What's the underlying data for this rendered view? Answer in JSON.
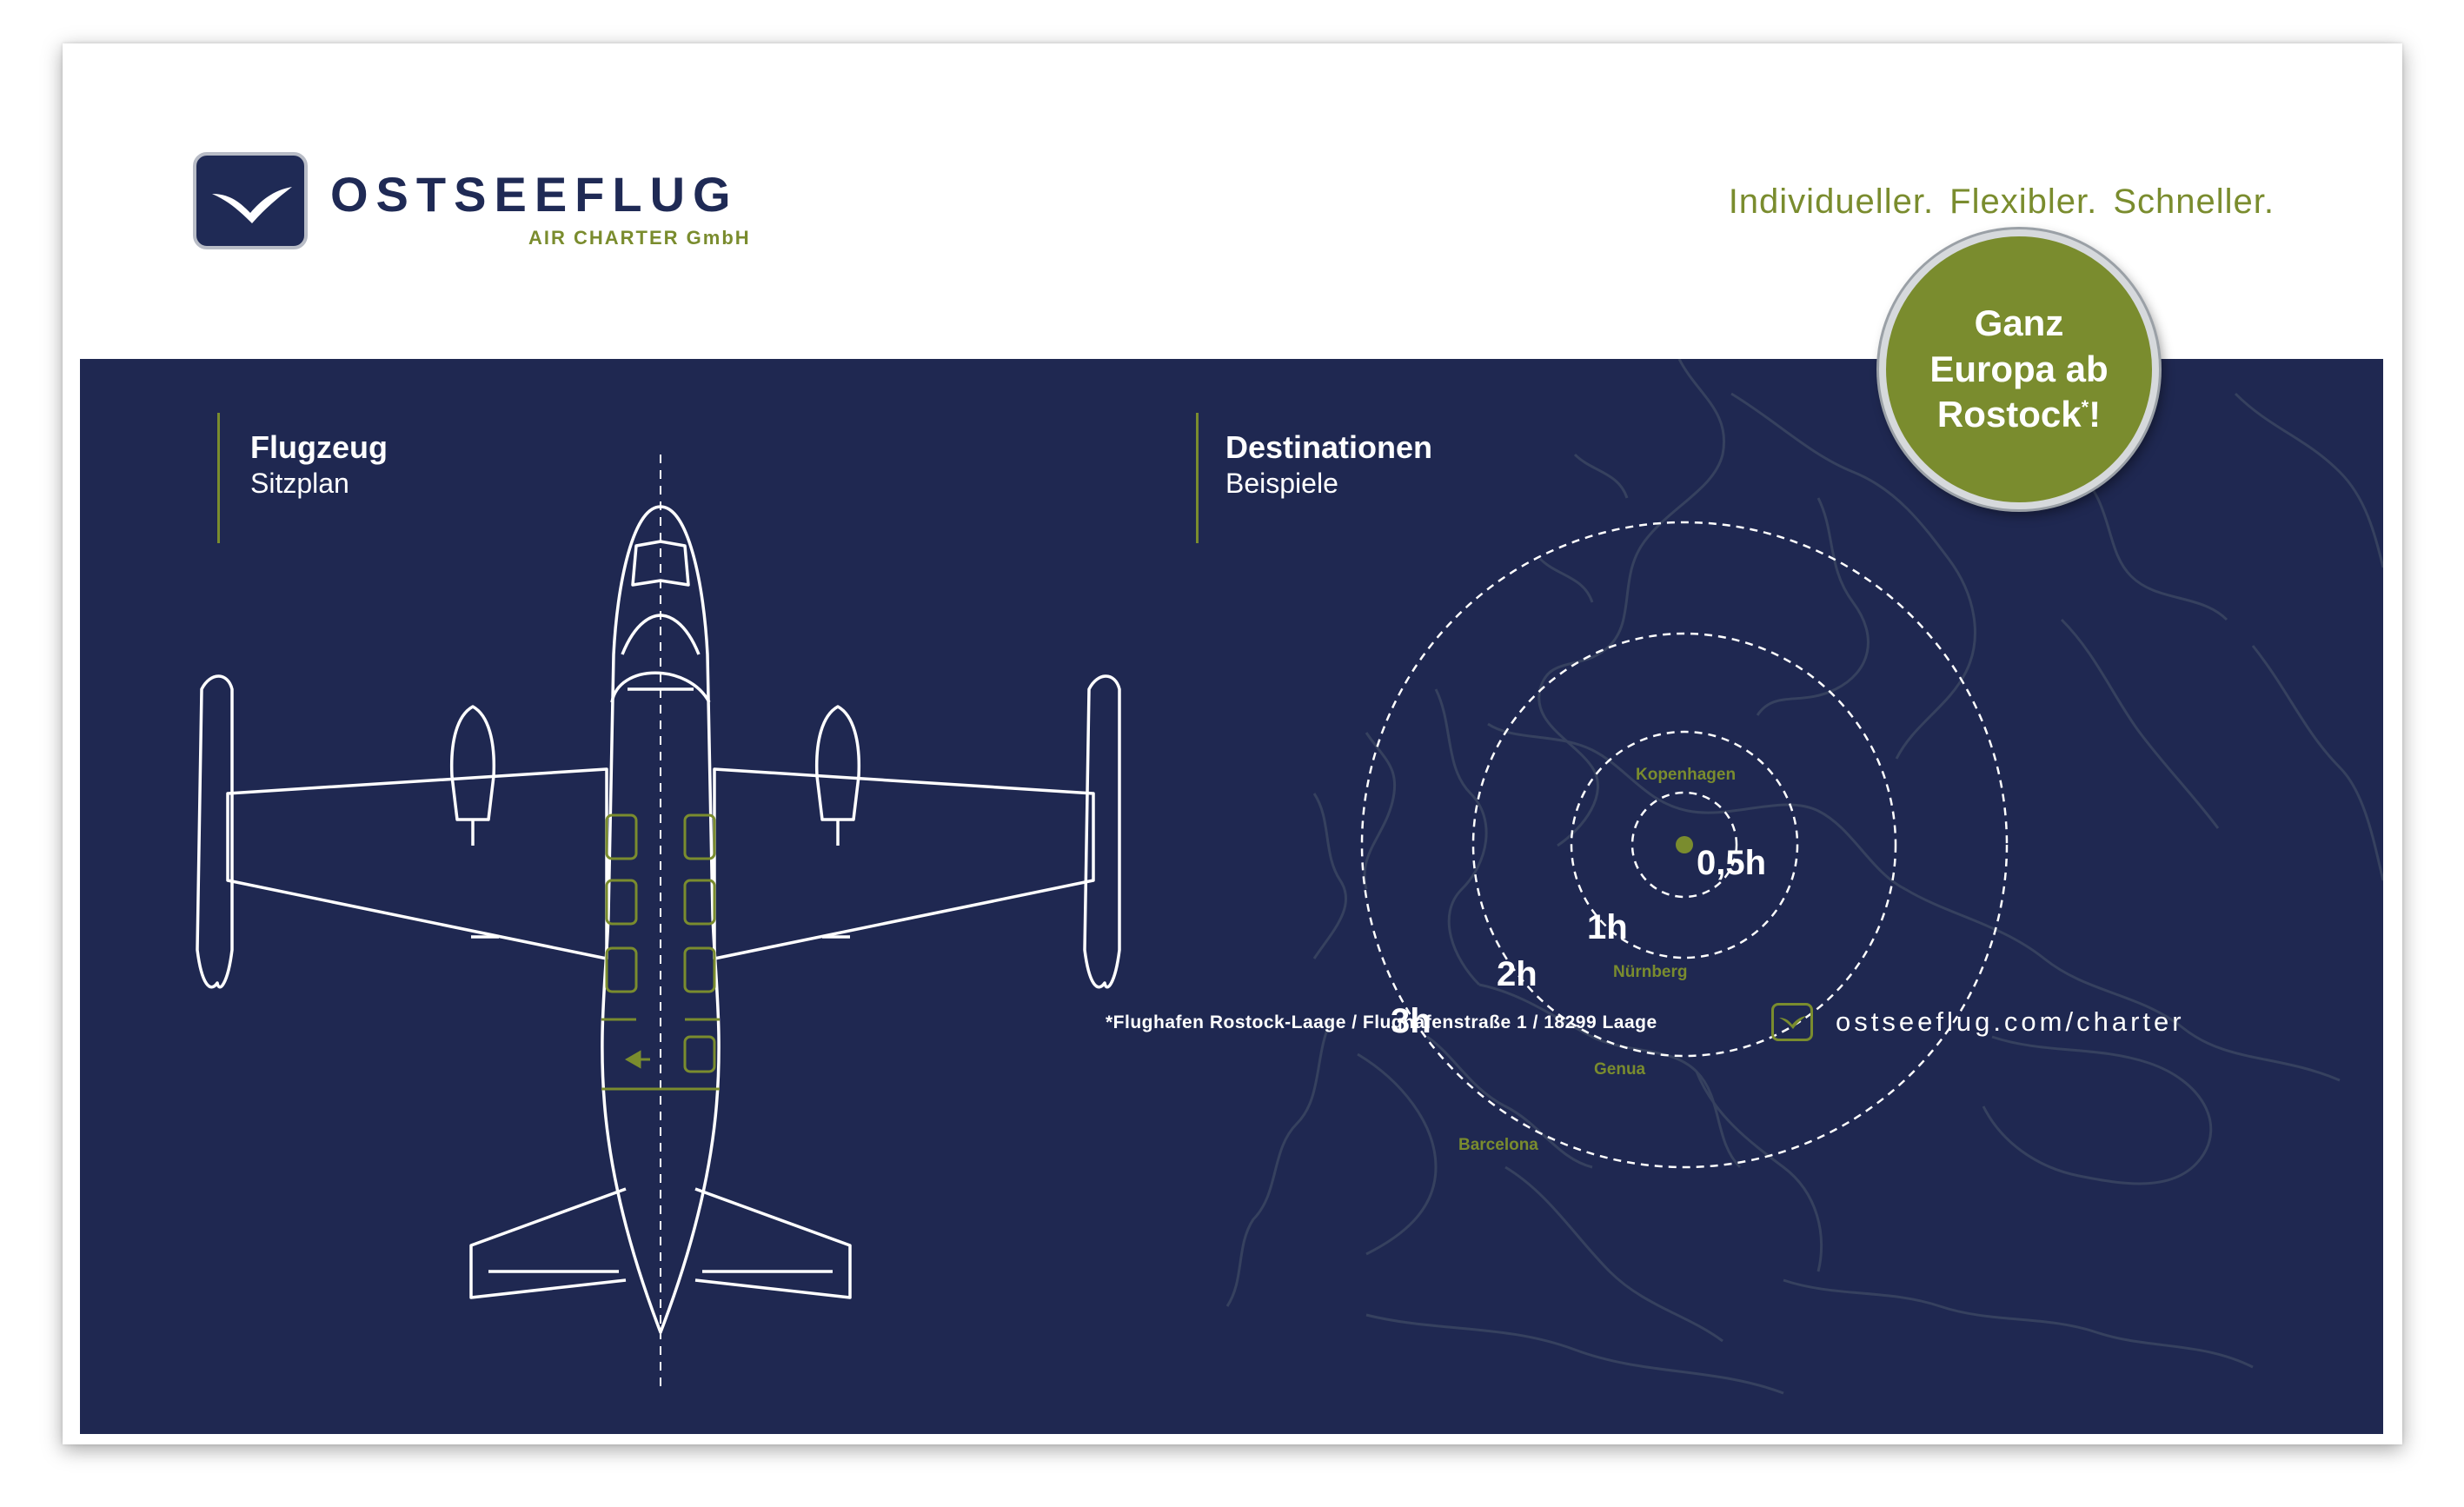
{
  "header": {
    "brand_name": "OSTSEEFLUG",
    "brand_subtitle": "AIR CHARTER GmbH",
    "logo_icon": "bird-wing-icon",
    "tagline": "Individueller.  Flexibler.  Schneller."
  },
  "aircraft_section": {
    "title": "Flugzeug",
    "subtitle": "Sitzplan"
  },
  "destinations_section": {
    "title": "Destinationen",
    "subtitle": "Beispiele",
    "cities": [
      "Kopenhagen",
      "Nürnberg",
      "Genua",
      "Barcelona"
    ],
    "rings": [
      "0,5h",
      "1h",
      "2h",
      "3h"
    ]
  },
  "badge": {
    "line1": "Ganz",
    "line2": "Europa ab",
    "line3": "Rostock",
    "sup": "*",
    "suffix": "!"
  },
  "footer": {
    "footnote": "*Flughafen Rostock-Laage / Flughafenstraße 1 / 18299 Laage",
    "url": "ostseeflug.com/charter",
    "url_icon": "bird-wing-icon"
  },
  "colors": {
    "navy": "#1f2851",
    "olive": "#7a8c2e",
    "white": "#ffffff"
  }
}
